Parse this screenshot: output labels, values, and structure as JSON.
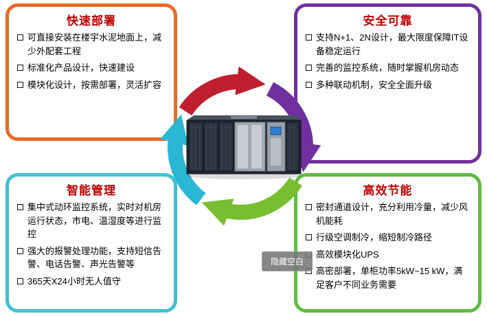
{
  "panels": {
    "fast_deploy": {
      "title": "快速部署",
      "border_color": "#E86A24",
      "items": [
        "可直接安装在楼宇水泥地面上，减少外配套工程",
        "标准化产品设计，快速建设",
        "模块化设计，按需部署，灵活扩容"
      ]
    },
    "safe_reliable": {
      "title": "安全可靠",
      "border_color": "#7030A0",
      "items": [
        "支持N+1、2N设计，最大限度保障IT设备稳定运行",
        "完善的监控系统，随时掌握机房动态",
        "多种联动机制，安全全面升级"
      ]
    },
    "smart_manage": {
      "title": "智能管理",
      "border_color": "#3EC1D3",
      "items": [
        "集中式动环监控系统，实时对机房运行状态，市电、温湿度等进行监控",
        "强大的报警处理功能，支持短信告警、电话告警、声光告警等",
        "365天X24小时无人值守"
      ]
    },
    "efficient": {
      "title": "高效节能",
      "border_color": "#5CBE3E",
      "items": [
        "密封通道设计，充分利用冷量，减少风机能耗",
        "行级空调制冷，缩短制冷路径",
        "高效模块化UPS",
        "高密部署，单柜功率5kW~15 kW，满足客户不同业务需要"
      ]
    }
  },
  "cycle_arrows": [
    {
      "name": "arrow-top-right",
      "color": "#BF1E2E"
    },
    {
      "name": "arrow-right-down",
      "color": "#7030A0"
    },
    {
      "name": "arrow-bottom-left",
      "color": "#79BE30"
    },
    {
      "name": "arrow-left-up",
      "color": "#29B7D3"
    }
  ],
  "center": {
    "image": "modular-datacenter-cabinets"
  },
  "overlay": {
    "tooltip": "隐藏空白"
  },
  "colors": {
    "title": "#C00000",
    "text": "#000000",
    "background": "#FFFFFF"
  }
}
